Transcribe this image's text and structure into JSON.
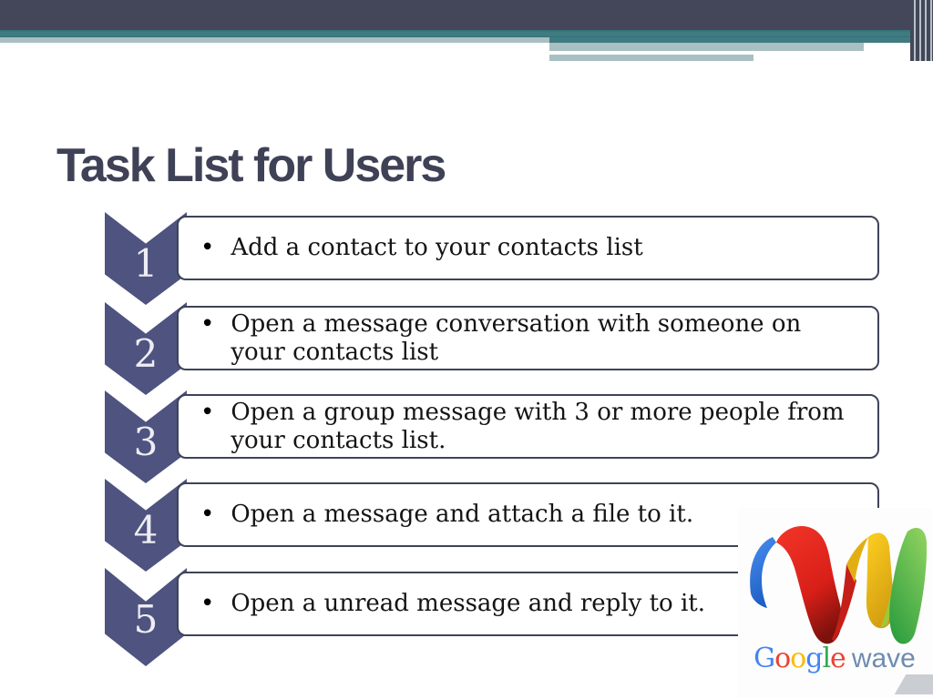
{
  "slide": {
    "title": "Task List for Users",
    "bullet_char": "•",
    "tasks": [
      {
        "number": "1",
        "text": "Add a contact to your contacts list"
      },
      {
        "number": "2",
        "text": "Open a message conversation with someone on your contacts list"
      },
      {
        "number": "3",
        "text": "Open a group message with 3 or more people from your contacts list."
      },
      {
        "number": "4",
        "text": "Open a message and attach a file to it."
      },
      {
        "number": "5",
        "text": "Open a unread message and reply to it."
      }
    ]
  },
  "logo": {
    "brand_letters": [
      {
        "char": "G",
        "color": "#4285F4"
      },
      {
        "char": "o",
        "color": "#EA4335"
      },
      {
        "char": "o",
        "color": "#FBBC05"
      },
      {
        "char": "g",
        "color": "#4285F4"
      },
      {
        "char": "l",
        "color": "#34A853"
      },
      {
        "char": "e",
        "color": "#EA4335"
      }
    ],
    "product": "wave",
    "product_color": "#6E8CAE"
  },
  "colors": {
    "header_navy": "#444759",
    "header_teal": "#3F7C82",
    "header_pale": "#A9C0C2",
    "chevron_fill": "#4E5380",
    "box_border": "#3F4358",
    "title_color": "#3F4256",
    "wave_blue": "#4285F4",
    "wave_red": "#EA4335",
    "wave_yellow": "#FBBC05",
    "wave_green": "#34A853"
  }
}
